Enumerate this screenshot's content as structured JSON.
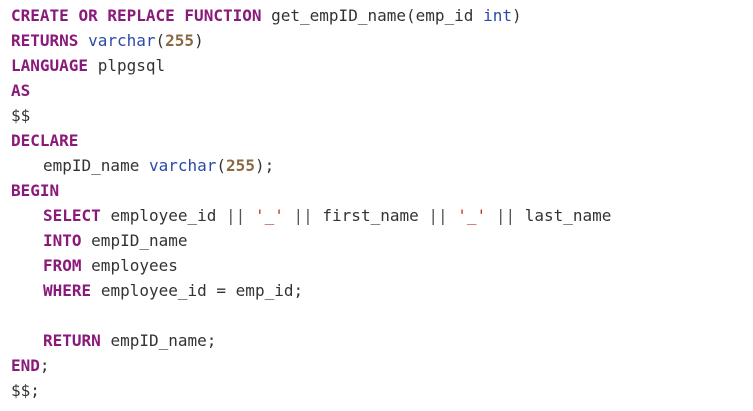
{
  "colors": {
    "background": "#ffffff",
    "keyword": "#8a1a7a",
    "type": "#2a4aa8",
    "number": "#8a6a40",
    "string": "#c03030",
    "text": "#333333"
  },
  "code": {
    "line1": {
      "kw1": "CREATE",
      "kw2": "OR",
      "kw3": "REPLACE",
      "kw4": "FUNCTION",
      "fn": "get_empID_name(emp_id",
      "type": "int",
      "close": ")"
    },
    "line2": {
      "kw": "RETURNS",
      "type": "varchar",
      "open": "(",
      "num": "255",
      "close": ")"
    },
    "line3": {
      "kw": "LANGUAGE",
      "text": "plpgsql"
    },
    "line4": {
      "kw": "AS"
    },
    "line5": {
      "text": "$$"
    },
    "line6": {
      "kw": "DECLARE"
    },
    "line7": {
      "text": "empID_name",
      "type": "varchar",
      "open": "(",
      "num": "255",
      "close": ");"
    },
    "line8": {
      "kw": "BEGIN"
    },
    "line9": {
      "kw": "SELECT",
      "t1": "employee_id",
      "op1": "||",
      "s1": "'_'",
      "op2": "||",
      "t2": "first_name",
      "op3": "||",
      "s2": "'_'",
      "op4": "||",
      "t3": "last_name"
    },
    "line10": {
      "kw": "INTO",
      "text": "empID_name"
    },
    "line11": {
      "kw": "FROM",
      "text": "employees"
    },
    "line12": {
      "kw": "WHERE",
      "text": "employee_id = emp_id;"
    },
    "line14": {
      "kw": "RETURN",
      "text": "empID_name;"
    },
    "line15": {
      "kw": "END",
      "text": ";"
    },
    "line16": {
      "text": "$$;"
    }
  }
}
